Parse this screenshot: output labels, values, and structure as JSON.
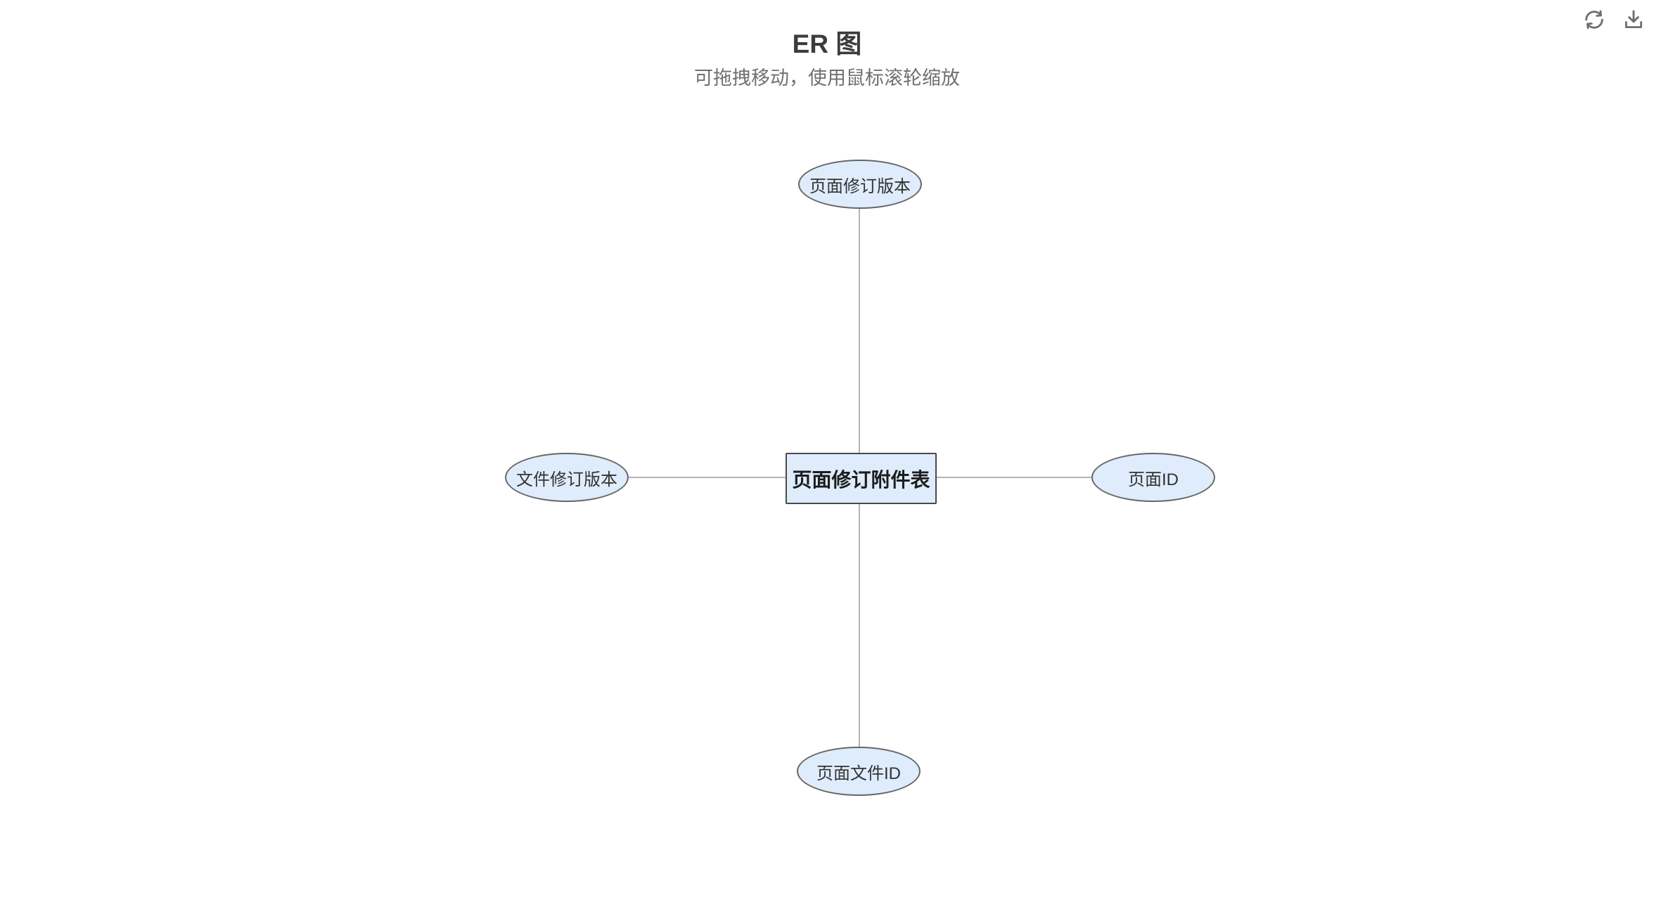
{
  "header": {
    "title": "ER 图",
    "subtitle": "可拖拽移动，使用鼠标滚轮缩放"
  },
  "toolbar": {
    "buttons": [
      {
        "name": "refresh",
        "icon": "refresh-icon"
      },
      {
        "name": "download",
        "icon": "download-icon"
      }
    ]
  },
  "diagram": {
    "entity": {
      "label": "页面修订附件表",
      "shape": "rectangle"
    },
    "attributes": [
      {
        "label": "页面修订版本",
        "shape": "ellipse",
        "position": "top"
      },
      {
        "label": "文件修订版本",
        "shape": "ellipse",
        "position": "left"
      },
      {
        "label": "页面ID",
        "shape": "ellipse",
        "position": "right"
      },
      {
        "label": "页面文件ID",
        "shape": "ellipse",
        "position": "bottom"
      }
    ]
  },
  "colors": {
    "node-fill": "#dfecfb",
    "entity-border": "#4a4a4a",
    "ellipse-border": "#666666",
    "line-color": "#b5b5b5",
    "title-color": "#3c3c3c",
    "subtitle-color": "#707070",
    "icon-color": "#6e6e6e"
  }
}
